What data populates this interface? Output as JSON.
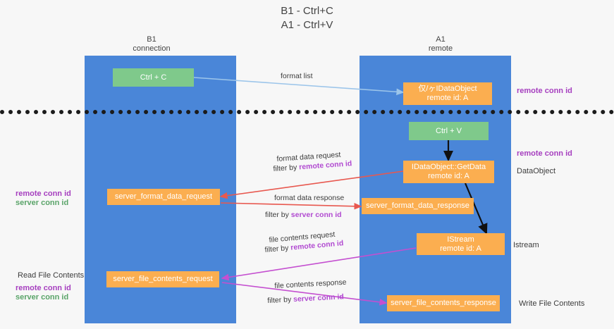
{
  "title": {
    "line1": "B1 - Ctrl+C",
    "line2": "A1 - Ctrl+V"
  },
  "lanes": [
    {
      "id": "b1",
      "name": "B1",
      "sub": "connection"
    },
    {
      "id": "a1",
      "name": "A1",
      "sub": "remote"
    }
  ],
  "nodes": {
    "ctrl_c": {
      "l1": "Ctrl + C",
      "l2": ""
    },
    "ole_set": {
      "l1": "仅/ヶIDataObject",
      "l2": "remote id: A"
    },
    "ctrl_v": {
      "l1": "Ctrl + V",
      "l2": ""
    },
    "getdata": {
      "l1": "IDataObject::GetData",
      "l2": "remote id: A"
    },
    "fmt_req": {
      "l1": "server_format_data_request",
      "l2": ""
    },
    "fmt_res": {
      "l1": "server_format_data_response",
      "l2": ""
    },
    "istream": {
      "l1": "IStream",
      "l2": "remote id: A"
    },
    "file_req": {
      "l1": "server_file_contents_request",
      "l2": ""
    },
    "file_res": {
      "l1": "server_file_contents_response",
      "l2": ""
    }
  },
  "edge_labels": {
    "format_list": "format list",
    "fmt_req_a": "format data request",
    "fmt_req_b_pre": "filter by ",
    "fmt_req_b_hi": "remote conn id",
    "fmt_res_a": "format data response",
    "fmt_res_b_pre": "filter by ",
    "fmt_res_b_hi": "server conn id",
    "file_req_a": "file contents request",
    "file_req_b_pre": "filter by ",
    "file_req_b_hi": "remote conn id",
    "file_res_a": "file contents response",
    "file_res_b_pre": "filter by ",
    "file_res_b_hi": "server conn id"
  },
  "annotations": {
    "right_conn_top": "remote conn id",
    "right_conn_mid": "remote conn id",
    "right_dataobject": "DataObject",
    "right_istream": "Istream",
    "right_write": "Write File Contents",
    "left_remote": "remote conn id",
    "left_server": "server conn id",
    "left_read": "Read File Contents",
    "left_remote2": "remote conn id",
    "left_server2": "server conn id"
  },
  "colors": {
    "lane": "#4a86d8",
    "green_node": "#7fc98b",
    "orange_node": "#fbae50",
    "purple": "#a63fbf",
    "green_text": "#5aa469",
    "red_arrow": "#e8584f",
    "magenta_arrow": "#c44fd0",
    "blue_arrow": "#9cc5ea",
    "black_arrow": "#111111",
    "background": "#f7f7f7"
  }
}
